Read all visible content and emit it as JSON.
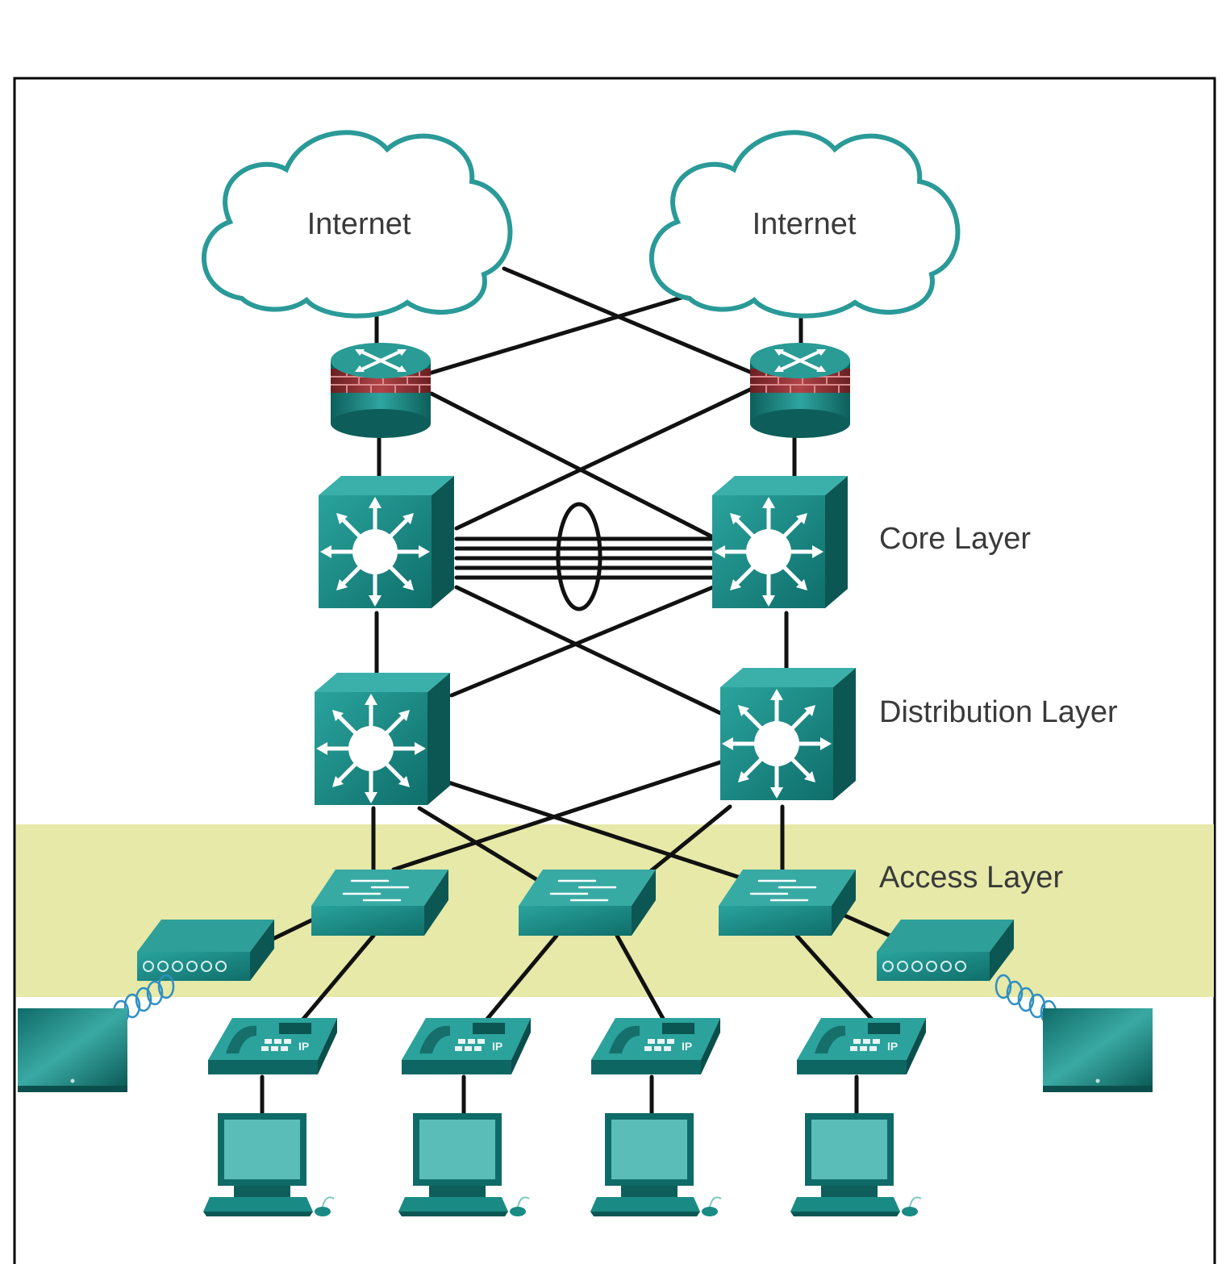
{
  "clouds": [
    {
      "label": "Internet"
    },
    {
      "label": "Internet"
    }
  ],
  "layers": {
    "core": "Core Layer",
    "distribution": "Distribution Layer",
    "access": "Access Layer"
  },
  "colors": {
    "device": "#1a8a85",
    "device_dark": "#0e5f5b",
    "device_light": "#3fb3ad",
    "cloud_stroke": "#2a9a98",
    "access_band": "#e6e9a8",
    "link": "#111111",
    "firewall": "#8e2a2e"
  },
  "icons": {
    "cloud": "cloud-icon",
    "router": "firewall-router-icon",
    "multilayer_switch": "multilayer-switch-icon",
    "access_switch": "access-switch-icon",
    "wireless_ap": "wireless-access-point-icon",
    "ip_phone": "ip-phone-icon",
    "pc": "desktop-pc-icon",
    "laptop": "laptop-icon"
  }
}
